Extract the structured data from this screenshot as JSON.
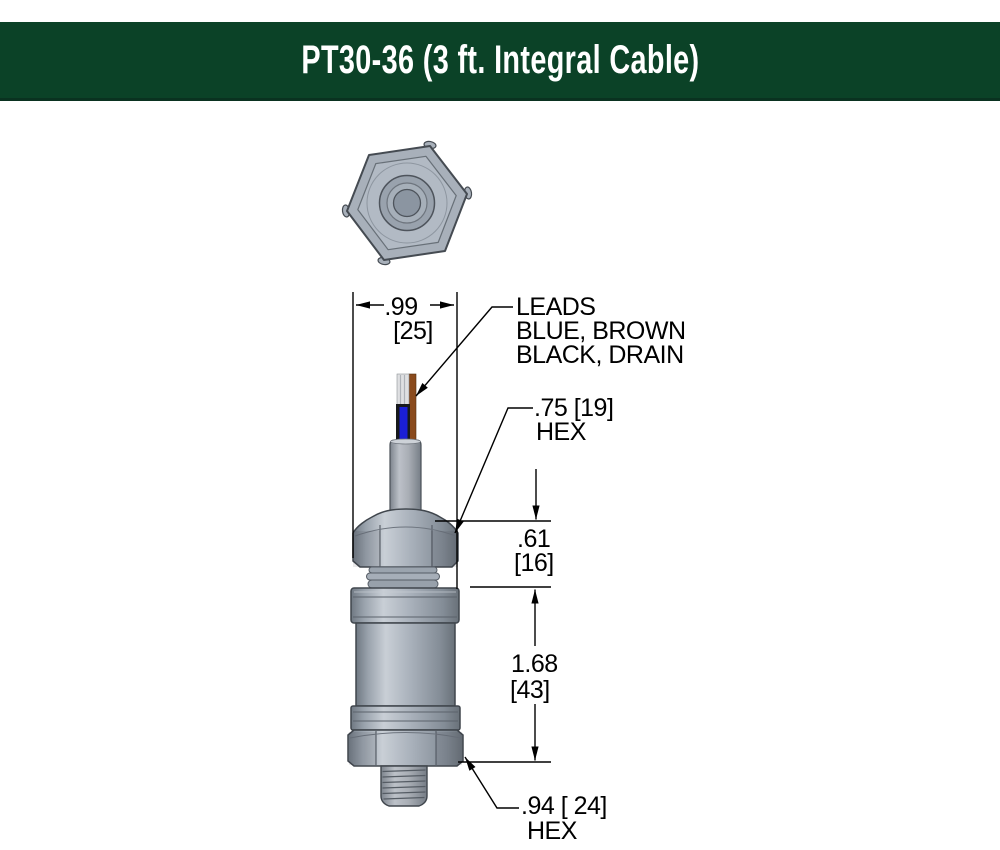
{
  "header": {
    "title": "PT30-36 (3 ft. Integral Cable)",
    "bg_color": "#0b4227",
    "text_color": "#ffffff"
  },
  "drawing": {
    "width_dim": ".99",
    "width_dim_mm": "[25]",
    "leads_note_line1": "LEADS",
    "leads_note_line2": "BLUE, BROWN",
    "leads_note_line3": "BLACK, DRAIN",
    "upper_hex_dim": ".75 [19]",
    "upper_hex_label": "HEX",
    "upper_height_dim": ".61",
    "upper_height_dim_mm": "[16]",
    "body_height_dim": "1.68",
    "body_height_dim_mm": "[43]",
    "lower_hex_dim": ".94 [ 24]",
    "lower_hex_label": "HEX",
    "colors": {
      "metal": "#a8b0ba",
      "blue_lead": "#1a1fd6",
      "brown_lead": "#8a4a1c",
      "black_lead": "#17191c",
      "drain_lead": "#dfe0e2"
    }
  }
}
